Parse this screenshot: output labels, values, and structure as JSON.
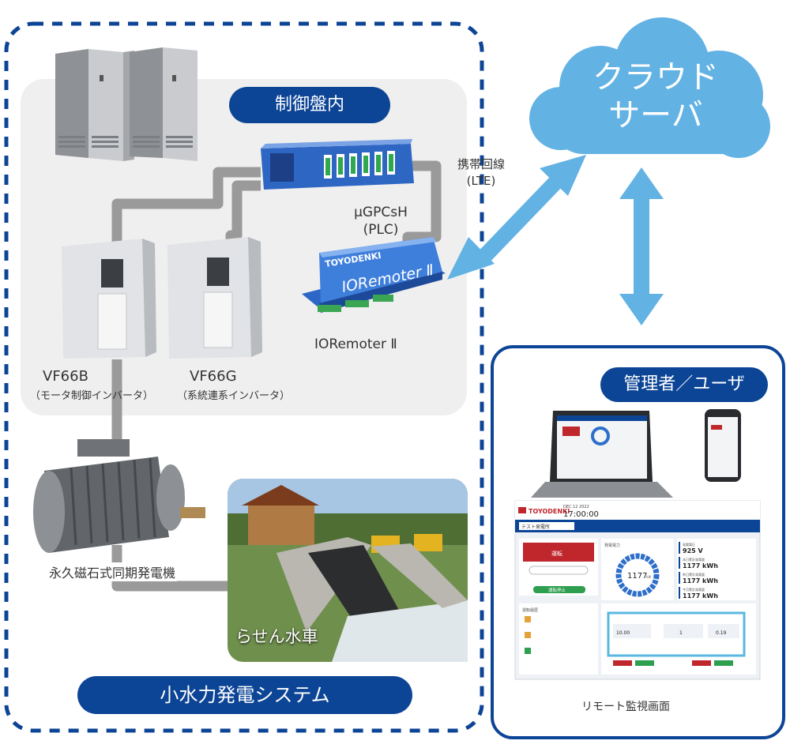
{
  "cloud": {
    "line1": "クラウド",
    "line2": "サーバ"
  },
  "control_panel": {
    "title": "制御盤内"
  },
  "system": {
    "title": "小水力発電システム"
  },
  "admin": {
    "title": "管理者／ユーザ",
    "screen_caption": "リモート監視画面"
  },
  "plc": {
    "name": "μGPCsH",
    "type": "(PLC)"
  },
  "lte": {
    "line1": "携帯回線",
    "line2": "(LTE)"
  },
  "ioremoter": {
    "caption": "IORemoter Ⅱ",
    "device_label": "IORemoter Ⅱ",
    "brand": "TOYODENKI"
  },
  "inverters": [
    {
      "name": "VF66B",
      "desc": "（モータ制御インバータ）"
    },
    {
      "name": "VF66G",
      "desc": "（系統連系インバータ）"
    }
  ],
  "generator": {
    "label": "永久磁石式同期発電機"
  },
  "waterwheel": {
    "label": "らせん水車"
  },
  "dashboard": {
    "brand": "TOYODENKI",
    "date": "DEC 12 2022",
    "time": "17:00:00",
    "dropdown": "テスト発電所",
    "status_button": "運転",
    "stop_button": "運転停止",
    "gauge_value": "1177",
    "gauge_unit": "kW",
    "gauge_title": "発電電力",
    "metrics": [
      {
        "label": "発電電圧",
        "value": "925",
        "unit": "V"
      },
      {
        "label": "本日累計発電量",
        "value": "1177",
        "unit": "kWh"
      },
      {
        "label": "昨日累計発電量",
        "value": "1177",
        "unit": "kWh"
      },
      {
        "label": "今月累計発電量",
        "value": "1177",
        "unit": "kWh"
      }
    ],
    "history_title": "運転履歴",
    "flow_values": [
      "10.00",
      "1",
      "0.19"
    ]
  }
}
